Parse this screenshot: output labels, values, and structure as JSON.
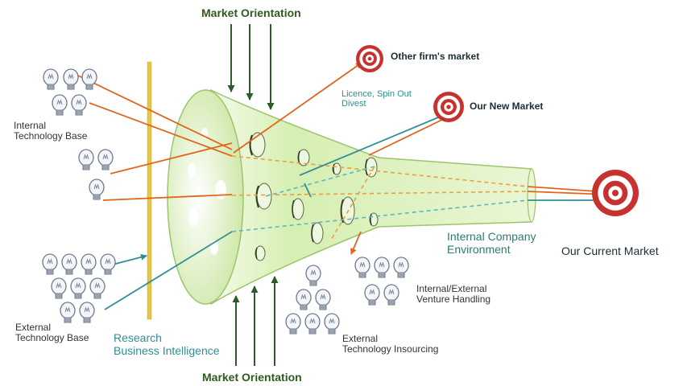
{
  "labels": {
    "market_orientation_top": "Market Orientation",
    "market_orientation_bottom": "Market Orientation",
    "other_firms_market": "Other firm's market",
    "licence_spin_out": "Licence, Spin Out\nDivest",
    "our_new_market": "Our New Market",
    "internal_technology_base": "Internal\nTechnology Base",
    "internal_company_environment": "Internal Company\nEnvironment",
    "our_current_market": "Our Current Market",
    "internal_external_venture": "Internal/External\nVenture Handling",
    "external_technology_base": "External\nTechnology Base",
    "research_business_intelligence": "Research\nBusiness Intelligence",
    "external_technology_insourcing": "External\nTechnology Insourcing"
  },
  "colors": {
    "orange_arrow": "#e0661c",
    "teal_arrow": "#2f8e96",
    "dark_green_arrow": "#2e5b2a",
    "funnel_fill": "#dff2c0",
    "funnel_stroke": "#9cc46e",
    "screen_bar": "#e6c83a",
    "target_red": "#c7322f"
  },
  "icons": {
    "idea": "lightbulb-icon",
    "market": "target-icon"
  }
}
